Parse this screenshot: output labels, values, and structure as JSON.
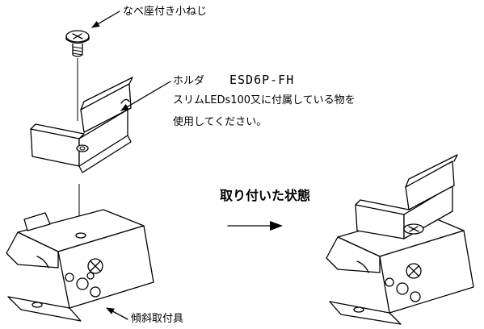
{
  "labels": {
    "screw": "なべ座付き小ねじ",
    "holder_prefix": "ホルダ",
    "holder_model": "ESD6P-FH",
    "holder_note_line1": "スリムLEDs100又に付属している物を",
    "holder_note_line2": "使用してください。",
    "mounted_state": "取り付いた状態",
    "bracket": "傾斜取付具"
  }
}
